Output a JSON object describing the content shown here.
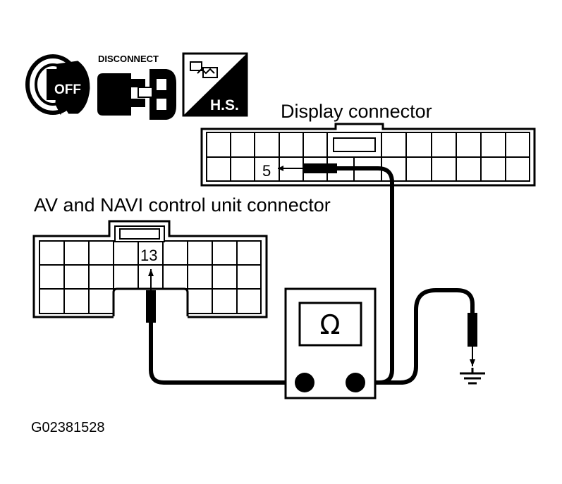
{
  "icons": {
    "ignition": {
      "label": "OFF",
      "name": "ignition-key-off-icon"
    },
    "disconnect": {
      "label": "DISCONNECT",
      "name": "disconnect-connector-icon"
    },
    "harness": {
      "label": "H.S.",
      "name": "harness-connector-icon"
    }
  },
  "display_connector": {
    "title": "Display connector",
    "pin_label": "5"
  },
  "av_navi_connector": {
    "title": "AV and NAVI control unit connector",
    "pin_label": "13"
  },
  "ohmmeter": {
    "symbol": "Ω"
  },
  "figure_code": "G02381528",
  "colors": {
    "line": "#000000",
    "background": "#ffffff"
  }
}
